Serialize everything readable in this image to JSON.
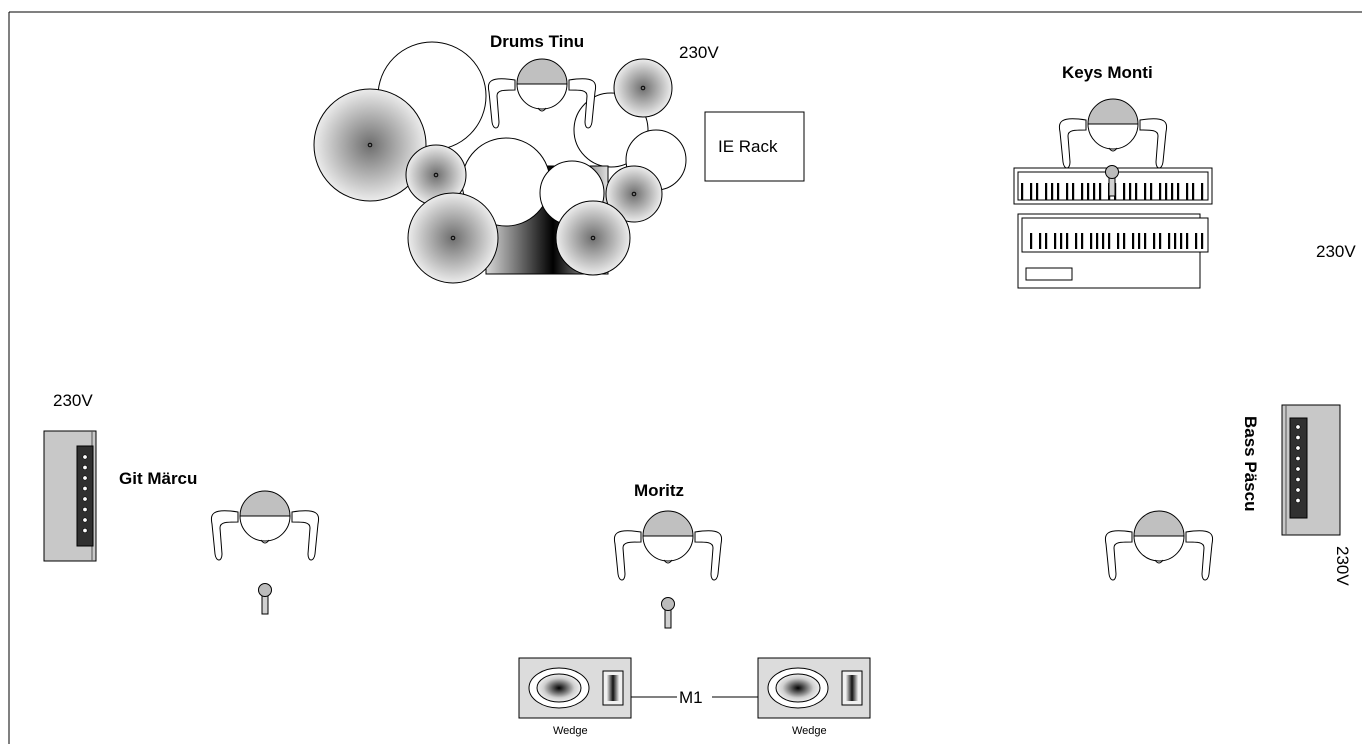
{
  "labels": {
    "drums": "Drums Tinu",
    "keys": "Keys Monti",
    "guitar": "Git Märcu",
    "vocals": "Moritz",
    "bass": "Bass Päscu",
    "ie_rack": "IE Rack",
    "monitor_line": "M1",
    "wedge_left": "Wedge",
    "wedge_right": "Wedge"
  },
  "power": {
    "drums": "230V",
    "keys": "230V",
    "guitar": "230V",
    "bass": "230V"
  },
  "colors": {
    "border": "#000000",
    "head": "#c0c0c0",
    "amp": "#c8c8c8",
    "panel": "#303030"
  }
}
